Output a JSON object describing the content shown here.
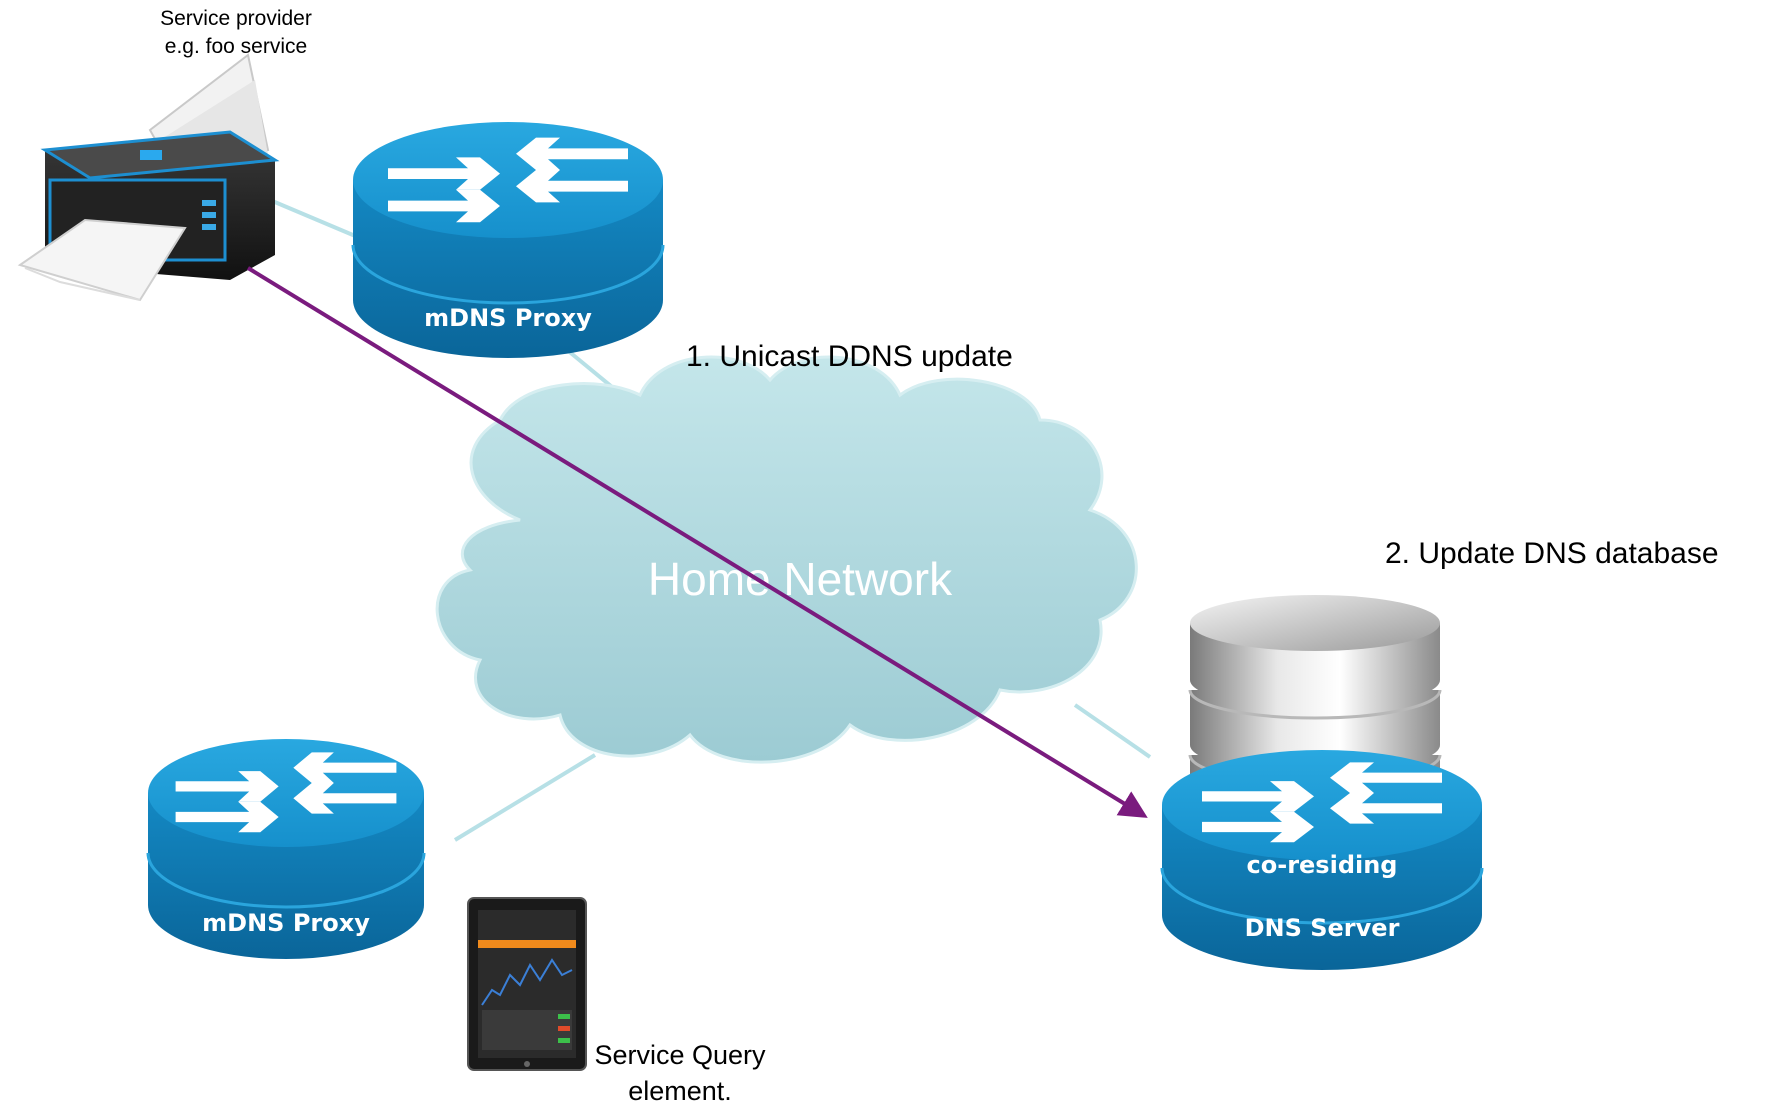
{
  "labels": {
    "provider_line1": "Service provider",
    "provider_line2": "e.g. foo service",
    "step1": "1. Unicast DDNS update",
    "step2": "2. Update DNS database",
    "cloud": "Home Network",
    "query_line1": "Service Query",
    "query_line2": "element."
  },
  "routers": {
    "top_proxy": "mDNS Proxy",
    "bottom_proxy": "mDNS Proxy",
    "dns_line1": "co-residing",
    "dns_line2": "DNS Server"
  },
  "colors": {
    "router_top": "#1e9bd7",
    "router_side": "#0b6fa6",
    "cloud_fill": "#b6dde4",
    "link_line": "#b7e0e6",
    "arrow": "#7a1b7e"
  },
  "icons": {
    "printer": "printer-icon",
    "tablet": "tablet-icon",
    "database": "database-icon"
  }
}
